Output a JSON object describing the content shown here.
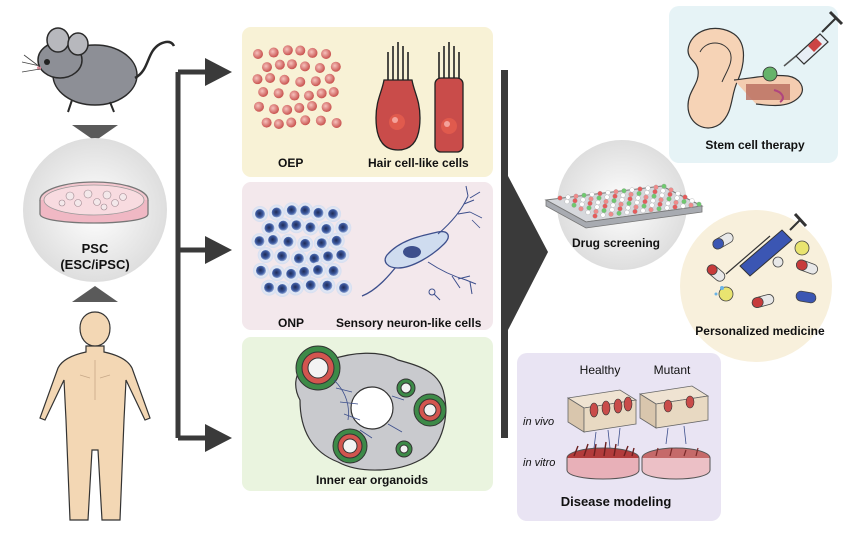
{
  "source": {
    "stem_cell": "PSC",
    "stem_cell_types": "(ESC/iPSC)"
  },
  "differentiation": {
    "otic_panel": {
      "progenitor": "OEP",
      "cell_type": "Hair cell-like cells"
    },
    "neural_panel": {
      "progenitor": "ONP",
      "cell_type": "Sensory neuron-like cells"
    },
    "organoid_panel": {
      "label": "Inner ear organoids"
    }
  },
  "applications": {
    "stem_cell_therapy": "Stem cell therapy",
    "drug_screening": "Drug screening",
    "personalized_medicine": "Personalized medicine",
    "disease_modeling": {
      "title": "Disease modeling",
      "col_healthy": "Healthy",
      "col_mutant": "Mutant",
      "row_in_vivo": "in vivo",
      "row_in_vitro": "in vitro"
    }
  },
  "colors": {
    "otic_panel_bg": "#f8f2d6",
    "neural_panel_bg": "#f3e8ec",
    "organoid_panel_bg": "#eaf4df",
    "therapy_panel_bg": "#e6f3f6",
    "disease_panel_bg": "#e9e4f3",
    "arrow": "#3a3a3a",
    "hair_cell": "#c64a48",
    "progenitor_blue": "#3d4f8c"
  }
}
